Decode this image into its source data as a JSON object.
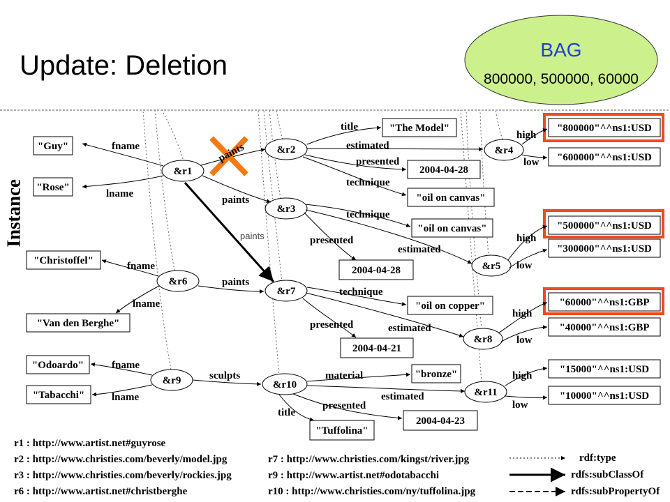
{
  "title": "Update: Deletion",
  "bag": {
    "title": "BAG",
    "values": "800000, 500000, 60000"
  },
  "instance_label": "Instance",
  "nodes": {
    "r1": "&r1",
    "r2": "&r2",
    "r3": "&r3",
    "r4": "&r4",
    "r5": "&r5",
    "r6": "&r6",
    "r7": "&r7",
    "r8": "&r8",
    "r9": "&r9",
    "r10": "&r10",
    "r11": "&r11"
  },
  "literals": {
    "guy": "\"Guy\"",
    "rose": "\"Rose\"",
    "christoffel": "\"Christoffel\"",
    "vdb": "\"Van den Berghe\"",
    "odoardo": "\"Odoardo\"",
    "tabacchi": "\"Tabacchi\"",
    "the_model": "\"The Model\"",
    "date1": "2004-04-28",
    "oil1": "\"oil on canvas\"",
    "oil2": "\"oil on canvas\"",
    "date2": "2004-04-28",
    "copper": "\"oil on copper\"",
    "date3": "2004-04-21",
    "bronze": "\"bronze\"",
    "tuffolina": "\"Tuffolina\"",
    "date4": "2004-04-23",
    "v800000": "\"800000\"^^ns1:USD",
    "v600000": "\"600000\"^^ns1:USD",
    "v500000": "\"500000\"^^ns1:USD",
    "v300000": "\"300000\"^^ns1:USD",
    "v60000": "\"60000\"^^ns1:GBP",
    "v40000": "\"40000\"^^ns1:GBP",
    "v15000": "\"15000\"^^ns1:USD",
    "v10000": "\"10000\"^^ns1:USD"
  },
  "edges": {
    "fname": "fname",
    "lname": "lname",
    "paints": "paints",
    "title": "title",
    "estimated": "estimated",
    "presented": "presented",
    "technique": "technique",
    "high": "high",
    "low": "low",
    "sculpts": "sculpts",
    "material": "material",
    "new_paints": "paints"
  },
  "uris": {
    "r1": "r1 : http://www.artist.net#guyrose",
    "r2": "r2 : http://www.christies.com/beverly/model.jpg",
    "r3": "r3 : http://www.christies.com/beverly/rockies.jpg",
    "r6": "r6 : http://www.artist.net#christberghe",
    "r7": "r7 : http://www.christies.com/kingst/river.jpg",
    "r9": "r9 : http://www.artist.net#odotabacchi",
    "r10": "r10 : http://www.christies.com/ny/tuffolina.jpg"
  },
  "legend": {
    "type": "rdf:type",
    "subclass": "rdfs:subClassOf",
    "subproperty": "rdfs:subPropertyOf"
  },
  "colors": {
    "bag_fill": "#ccf08c",
    "bag_text": "#1d3fd6",
    "highlight": "#f04a1e",
    "cross": "#f57a12"
  }
}
